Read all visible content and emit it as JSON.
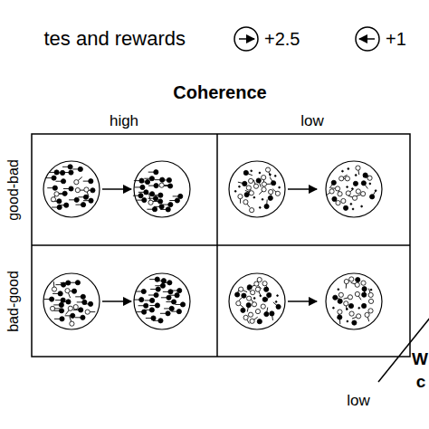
{
  "diagram": {
    "labels": [
      "tes and rewards",
      "Coherence",
      "high",
      "low",
      "good-bad",
      "bad-good",
      "low",
      "W",
      "c"
    ],
    "legend": [
      {
        "text": "+2.5"
      },
      {
        "text": "+1"
      }
    ]
  }
}
